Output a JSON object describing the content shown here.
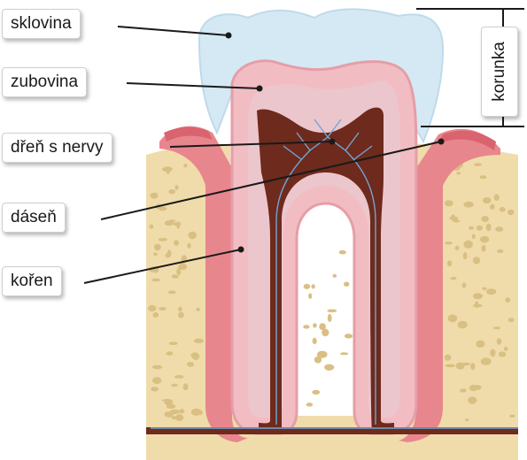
{
  "labels": {
    "sklovina": "sklovina",
    "zubovina": "zubovina",
    "dren": "dřeň s nervy",
    "dasen": "dáseň",
    "koren": "kořen",
    "korunka": "korunka"
  },
  "colors": {
    "enamel": "#d5e9f4",
    "dentin": "#f2bcc3",
    "dentin_inner": "#ecc6cd",
    "pulp": "#6e2a1c",
    "nerve": "#6fa6d6",
    "gum": "#e8868e",
    "bone": "#efdcaa",
    "bone_spot": "#d9bf82"
  }
}
